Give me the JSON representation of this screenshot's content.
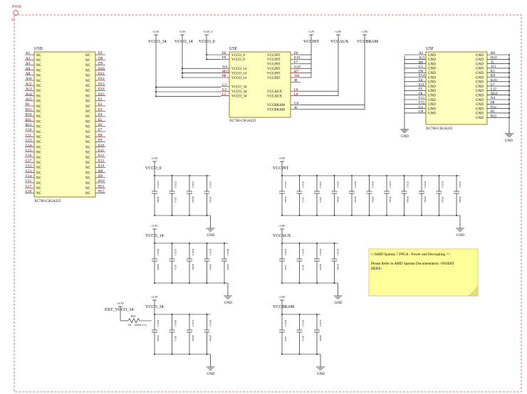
{
  "sheet": {
    "tag": "PWR",
    "port": "S1"
  },
  "note": {
    "title": "<<AMD Spartan 7 FPGA - Power and Decoupling >>",
    "body": "Please Refer to AMD Spartan Documentation <INSERT",
    "body2": "HERE>"
  },
  "u5d": {
    "ref": "U5D",
    "part": "XC7S6-CSGA225",
    "left_pins": [
      "A1",
      "A3",
      "A4",
      "A6",
      "A8",
      "A10",
      "A11",
      "A13",
      "A14",
      "A15",
      "B1",
      "B15",
      "B10",
      "B11",
      "B13",
      "C10",
      "C11",
      "C13",
      "C14",
      "C15",
      "C16",
      "C17",
      "C12",
      "C13",
      "C14",
      "C15",
      "C17",
      "C18"
    ],
    "right_pins": [
      "D5",
      "D8",
      "D9",
      "D10",
      "D11",
      "D12",
      "D13",
      "D14",
      "D15",
      "E1",
      "E2",
      "E3",
      "E4",
      "E5",
      "E6",
      "E7",
      "E8",
      "E9",
      "E10",
      "E11",
      "E12",
      "E13",
      "E14",
      "H8",
      "H9",
      "H10",
      "H11",
      "H12"
    ],
    "left_label": "NC",
    "right_label": "NC"
  },
  "u5e": {
    "ref": "U5E",
    "part": "XC7S6-CSGA225",
    "left_pins": [
      "E8",
      "F9",
      "",
      "J14",
      "M15",
      "P8",
      "",
      "C3",
      "G3",
      "L3"
    ],
    "inner_left": [
      "VCCO_0",
      "VCCO_0",
      "",
      "VCCO_14",
      "VCCO_14",
      "VCCO_14",
      "",
      "VCCO_34",
      "VCCO_34",
      "VCCO_34"
    ],
    "inner_right": [
      "VCCINT",
      "VCCINT",
      "VCCINT",
      "VCCINT",
      "VCCINT",
      "VCCINT",
      "",
      "",
      "VCCAUX",
      "VCCAUX",
      "",
      "VCCBRAM",
      "VCCBRAM"
    ],
    "right_pins": [
      "E6",
      "E10",
      "F7",
      "G10",
      "H7",
      "J10",
      "J8",
      "",
      "L6",
      "L8",
      "",
      "G6",
      "J6"
    ]
  },
  "u5f": {
    "ref": "U5F",
    "part": "XC7S6-CSGA225",
    "left_pins": [
      "A2",
      "A15",
      "B8",
      "C5",
      "D6",
      "D14",
      "E4",
      "E11",
      "F5",
      "F8",
      "F13",
      "F15",
      "G1",
      "G8"
    ],
    "right_pins": [
      "H6",
      "H10",
      "J5",
      "J13",
      "K1",
      "K8",
      "K10",
      "L7",
      "L12",
      "M10",
      "N4",
      "P8",
      "P12",
      "R1",
      "R15"
    ],
    "label": "GND",
    "gnd": "GND"
  },
  "top_rails": [
    {
      "voltage": "+3.3V",
      "name": "VCCO_34"
    },
    {
      "voltage": "+3.3V",
      "name": "VCCO_14"
    },
    {
      "voltage": "+3.3V_0",
      "name": "VCCO_0"
    },
    {
      "voltage": "+1.0V",
      "name": "VCCINT"
    },
    {
      "voltage": "+1.8V",
      "name": "VCCAUX"
    },
    {
      "voltage": "+1.0V",
      "name": "VCCBRAM"
    }
  ],
  "decoupling_groups": [
    {
      "rail": "VCCO_0",
      "voltage": "+3.3V",
      "caps": [
        "C1121",
        "C1122",
        "C1123",
        "C1124"
      ],
      "values": [
        "100nF",
        "4.7uF",
        "470nF",
        "470nF"
      ],
      "gnd": "GND"
    },
    {
      "rail": "VCCINT",
      "voltage": "+1.0V",
      "caps": [
        "C1125",
        "C1126",
        "C1127",
        "C1128",
        "C1129",
        "C1130",
        "C1131",
        "C1132",
        "C1133",
        "C1134",
        "C1135"
      ],
      "values": [
        "100uF",
        "4.7uF",
        "4.7uF",
        "470nF",
        "470nF",
        "470nF",
        "470nF",
        "470nF",
        "470nF",
        "470nF",
        "470nF"
      ],
      "gnd": "GND"
    },
    {
      "rail": "VCCO_14",
      "voltage": "+3.3V",
      "caps": [
        "C1136",
        "C1137",
        "C1138",
        "C1139",
        "C1140"
      ],
      "values": [
        "100nF",
        "4.7uF",
        "470nF",
        "470nF",
        "470nF"
      ],
      "gnd": "GND"
    },
    {
      "rail": "VCCAUX",
      "voltage": "+1.8V",
      "caps": [
        "C1141",
        "C1142",
        "C1143",
        "C1144"
      ],
      "values": [
        "47uF",
        "4.7uF",
        "470nF",
        "470nF"
      ],
      "gnd": "GND"
    },
    {
      "rail": "VCCO_34",
      "voltage": "+3.3V",
      "caps": [
        "C1145",
        "C1146",
        "C1147",
        "C1148"
      ],
      "values": [
        "100nF",
        "4.7uF",
        "470nF",
        "470nF"
      ],
      "gnd": "GND"
    },
    {
      "rail": "VCCBRAM",
      "voltage": "+1.0V",
      "caps": [
        "C1149",
        "C1150",
        "C1151"
      ],
      "values": [
        "47uF",
        "4.7uF",
        "470nF"
      ],
      "gnd": "GND"
    }
  ],
  "ext_vcco": {
    "net": "EXT_VCCO_34",
    "voltage": "+3.3V",
    "resistor": "R21",
    "value": "0R",
    "note": "DNP(0.1%)"
  }
}
